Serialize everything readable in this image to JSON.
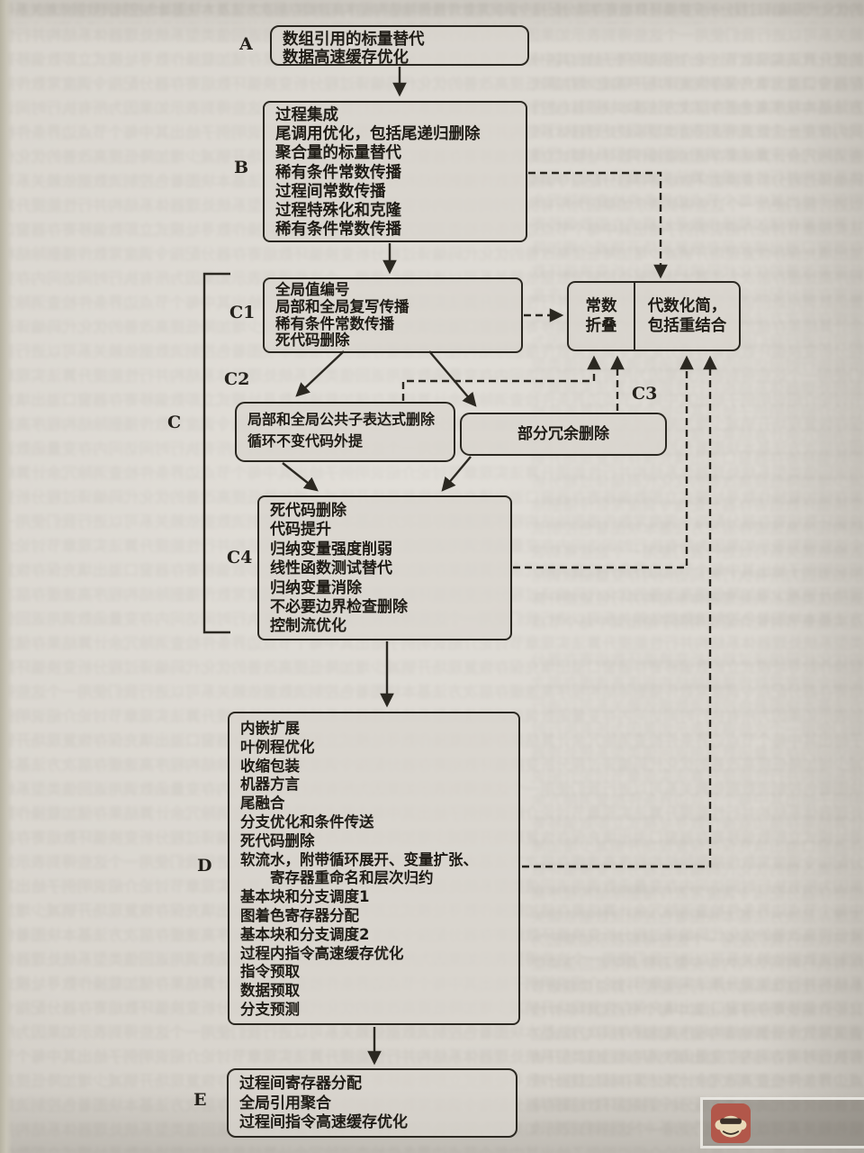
{
  "diagram": {
    "stage_labels": {
      "A": "A",
      "B": "B",
      "C": "C",
      "C1": "C1",
      "C2": "C2",
      "C3": "C3",
      "C4": "C4",
      "D": "D",
      "E": "E"
    },
    "boxes": {
      "A": {
        "lines": [
          "数组引用的标量替代",
          "数据高速缓存优化"
        ]
      },
      "B": {
        "lines": [
          "过程集成",
          "尾调用优化，包括尾递归删除",
          "聚合量的标量替代",
          "稀有条件常数传播",
          "过程间常数传播",
          "过程特殊化和克隆",
          "稀有条件常数传播"
        ]
      },
      "C1": {
        "lines": [
          "全局值编号",
          "局部和全局复写传播",
          "稀有条件常数传播",
          "死代码删除"
        ]
      },
      "const_fold": {
        "lines": [
          "常数",
          "折叠"
        ]
      },
      "algebraic": {
        "lines": [
          "代数化简，",
          "包括重结合"
        ]
      },
      "C2": {
        "lines": [
          "局部和全局公共子表达式删除",
          "循环不变代码外提"
        ]
      },
      "C3": {
        "lines": [
          "部分冗余删除"
        ]
      },
      "C4": {
        "lines": [
          "死代码删除",
          "代码提升",
          "归纳变量强度削弱",
          "线性函数测试替代",
          "归纳变量消除",
          "不必要边界检查删除",
          "控制流优化"
        ]
      },
      "D": {
        "lines": [
          "内嵌扩展",
          "叶例程优化",
          "收缩包装",
          "机器方言",
          "尾融合",
          "分支优化和条件传送",
          "死代码删除",
          "软流水，附带循环展开、变量扩张、",
          "　　寄存器重命名和层次归约",
          "基本块和分支调度1",
          "图着色寄存器分配",
          "基本块和分支调度2",
          "过程内指令高速缓存优化",
          "指令预取",
          "数据预取",
          "分支预测"
        ]
      },
      "E": {
        "lines": [
          "过程间寄存器分配",
          "全局引用聚合",
          "过程间指令高速缓存优化"
        ]
      }
    }
  },
  "colors": {
    "paper": "#d9d5ce",
    "ink": "#2b2821",
    "text": "#1f1c16",
    "watermark_badge": "#b2574a",
    "watermark_face": "#e8d9b8"
  },
  "texture": {
    "glyphs": "的优化代码编译过程分析变换循环数组寄存器分配指令调度常数传播删除结构程序高速缓存层次方法基本块图着色控制流数据依赖关系可以进行我们使用一个这些得到表示如果因为所有执行时间访问内存变量函数调用返回值类型系统处理器体系结构并行性能提升算法实现章节讨论介绍说明例子给出其中每个节点边界条件检查消除冗余计算结果存储加载操作数寻址模式立即数偏移寄存器窗口溢出填充保存恢复现场开销减少增加降低提高改善"
  }
}
